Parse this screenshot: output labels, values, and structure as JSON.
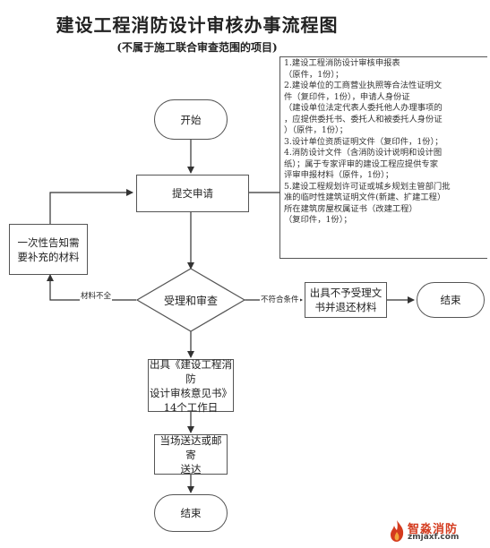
{
  "header": {
    "title": "建设工程消防设计审核办事流程图",
    "subtitle": "(不属于施工联合审查范围的项目)"
  },
  "nodes": {
    "start": "开始",
    "submit": "提交申请",
    "supplement": [
      "一次性告知需",
      "要补充的材料"
    ],
    "review": "受理和审查",
    "reject": [
      "出具不予受理文",
      "书并退还材料"
    ],
    "end_right": "结束",
    "issue": [
      "出具《建设工程消防",
      "设计审核意见书》",
      "14个工作日"
    ],
    "deliver": [
      "当场送达或邮寄",
      "送达"
    ],
    "end_bottom": "结束"
  },
  "edges": {
    "incomplete": "材料不全",
    "not_eligible": "不符合条件"
  },
  "requirements": [
    "1.建设工程消防设计审核申报表",
    "（原件，1份）；",
    "2.建设单位的工商营业执照等合法性证明文",
    "件（复印件，1份），申请人身份证",
    "（建设单位法定代表人委托他人办理事项的",
    "，应提供委托书、委托人和被委托人身份证",
    "）（原件，1份）；",
    "3.设计单位资质证明文件（复印件，1份）；",
    "4.消防设计文件（含消防设计说明和设计图",
    "纸）；属于专家评审的建设工程应提供专家",
    "评审申报材料（原件，1份）；",
    "5.建设工程规划许可证或城乡规划主管部门批",
    "准的临时性建筑证明文件(新建、扩建工程）",
    "所在建筑房屋权属证书（改建工程）",
    "（复印件，1份）；"
  ],
  "watermark": {
    "name": "智淼消防",
    "url": "zmjaxf.com"
  },
  "colors": {
    "line": "#333333",
    "border": "#555555",
    "brand": "#d43b1e"
  }
}
